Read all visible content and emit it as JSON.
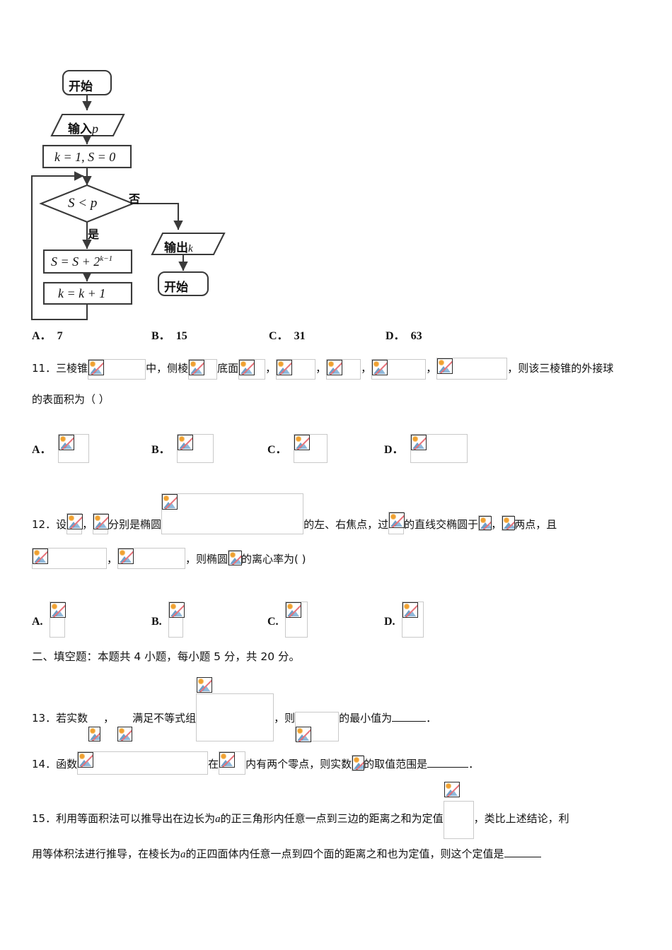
{
  "document": {
    "type": "math-exam-paper",
    "language": "zh-CN"
  },
  "flowchart": {
    "nodes": {
      "start": "开始",
      "input": "输入",
      "input_var": "p",
      "init": "k = 1, S = 0",
      "decision": "S < p",
      "yes_label": "是",
      "no_label": "否",
      "process1_prefix": "S = S + 2",
      "process1_exp": "k−1",
      "process2": "k = k + 1",
      "output": "输出",
      "output_var": "k",
      "end": "开始"
    }
  },
  "q10_options": [
    {
      "label": "A．",
      "value": "7"
    },
    {
      "label": "B．",
      "value": "15"
    },
    {
      "label": "C．",
      "value": "31"
    },
    {
      "label": "D．",
      "value": "63"
    }
  ],
  "q11": {
    "number": "11．",
    "seg1": "三棱锥",
    "seg2": "中，侧棱",
    "seg3": "底面",
    "comma": "，",
    "tail": "，则该三棱锥的外接球",
    "line2": "的表面积为（  ）",
    "options": [
      {
        "label": "A．"
      },
      {
        "label": "B．"
      },
      {
        "label": "C．"
      },
      {
        "label": "D．"
      }
    ]
  },
  "q12": {
    "number": "12．",
    "seg1": "设",
    "comma": "，",
    "seg2": "分别是椭圆",
    "seg3": "的左、右焦点，过",
    "seg4": "的直线交椭圆于",
    "seg5": "两点，且",
    "line2_mid": "，",
    "line2_tail": "，则椭圆",
    "line2_tail2": "的离心率为(  )",
    "options": [
      {
        "label": "A."
      },
      {
        "label": "B."
      },
      {
        "label": "C."
      },
      {
        "label": "D."
      }
    ]
  },
  "section2": {
    "heading": "二、填空题：本题共 4 小题，每小题 5 分，共 20 分。"
  },
  "q13": {
    "number": "13．",
    "seg1": "若实数",
    "comma": "，",
    "seg2": "满足不等式组",
    "seg3": "，则",
    "seg4": "的最小值为",
    "blank": "",
    "period": "．"
  },
  "q14": {
    "number": "14．",
    "seg1": "函数",
    "seg2": "在",
    "seg3": "内有两个零点，则实数",
    "seg4": "的取值范围是",
    "blank": "",
    "period": "．"
  },
  "q15": {
    "number": "15．",
    "line1a": "利用等面积法可以推导出在边长为",
    "line1_var": "a",
    "line1b": "的正三角形内任意一点到三边的距离之和为定值",
    "line1c": "，类比上述结论，利",
    "line2a": "用等体积法进行推导，在棱长为",
    "line2_var": "a",
    "line2b": "的正四面体内任意一点到四个面的距离之和也为定值，则这个定值是",
    "blank": ""
  },
  "colors": {
    "text": "#111111",
    "placeholder_border": "#c9c9c9",
    "icon_border": "#2b2b2b",
    "icon_sun": "#f0a030",
    "icon_mountain": "#6f9fc8",
    "icon_slash": "#e8737a",
    "flow_stroke": "#3a3a3a"
  }
}
